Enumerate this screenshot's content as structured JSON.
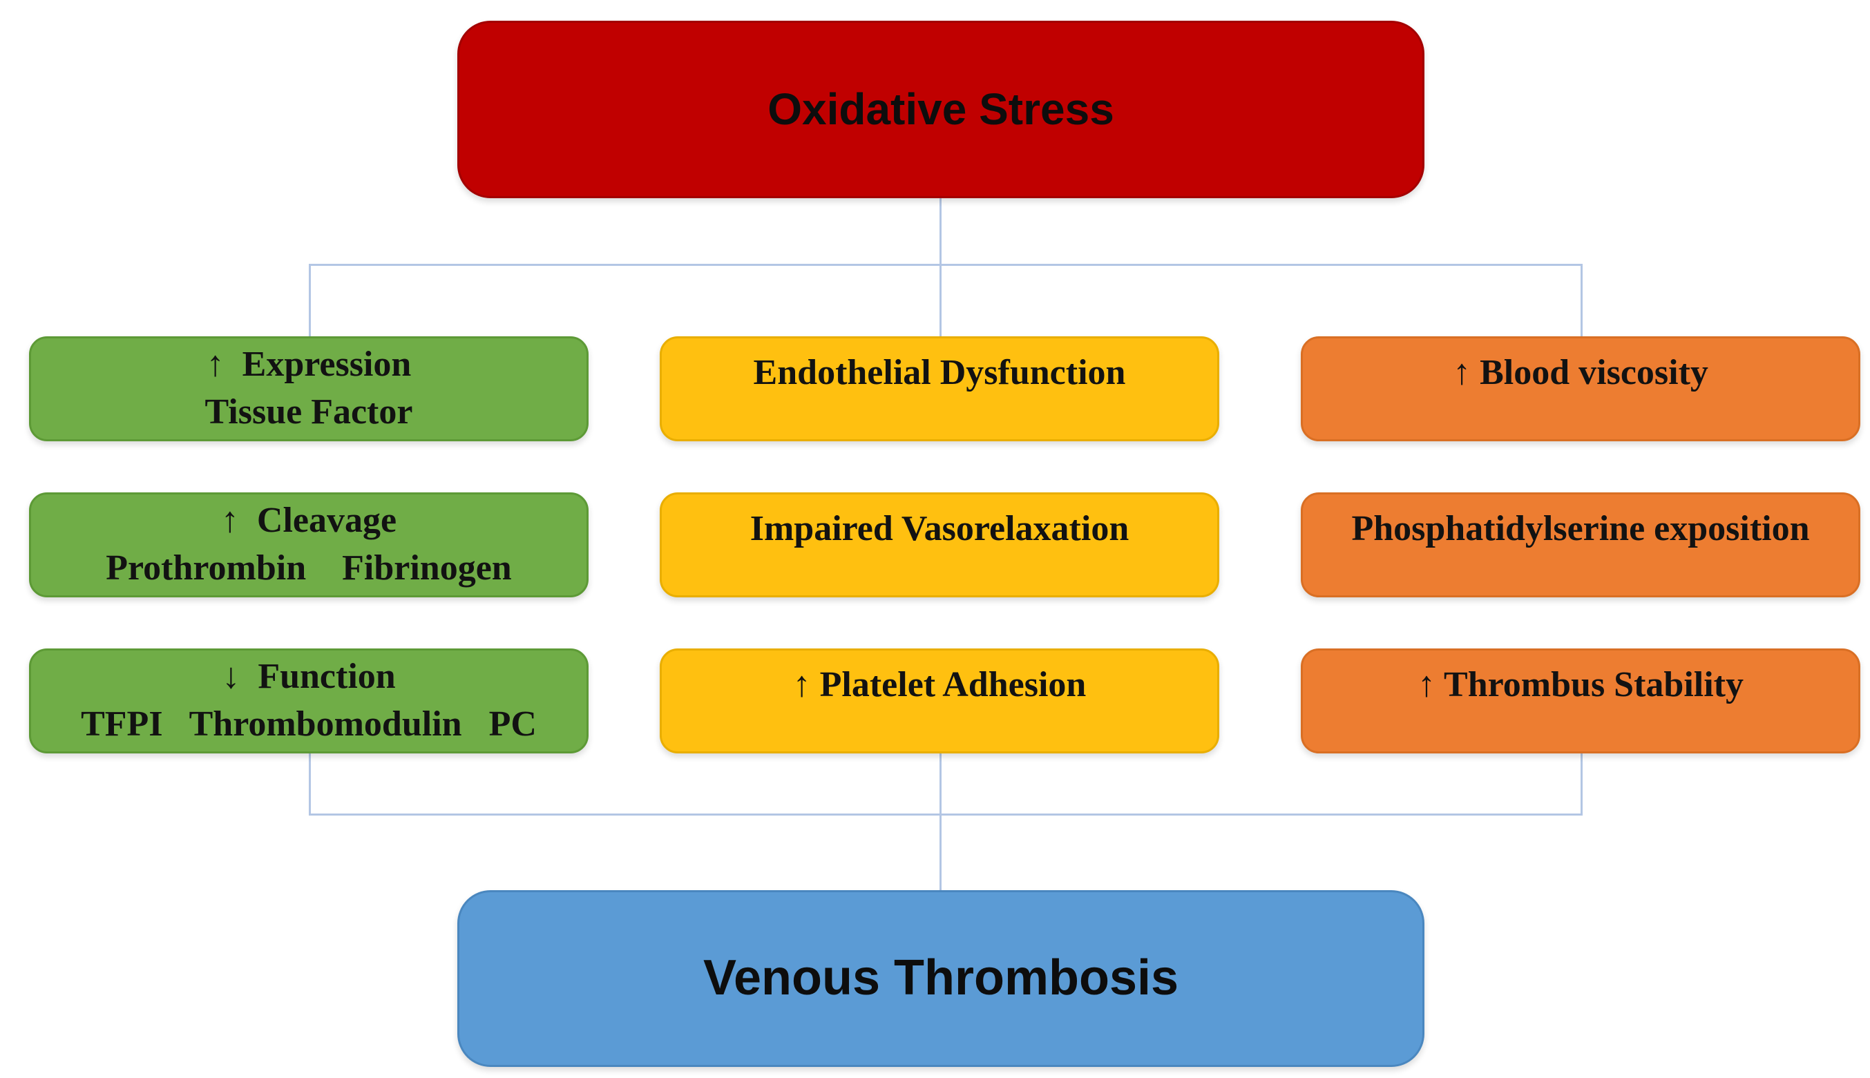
{
  "diagram": {
    "source": {
      "label": "Oxidative Stress"
    },
    "outcome": {
      "label": "Venous Thrombosis"
    },
    "columns": [
      {
        "id": "coagulation-factors",
        "color": "#70AD47",
        "boxes": [
          {
            "lines": [
              "↑  Expression",
              "Tissue Factor"
            ]
          },
          {
            "lines": [
              "↑  Cleavage",
              "Prothrombin    Fibrinogen"
            ]
          },
          {
            "lines": [
              "↓  Function",
              "TFPI   Thrombomodulin   PC"
            ]
          }
        ]
      },
      {
        "id": "endothelium",
        "color": "#FFC010",
        "boxes": [
          {
            "lines": [
              "Endothelial Dysfunction"
            ]
          },
          {
            "lines": [
              "Impaired Vasorelaxation"
            ]
          },
          {
            "lines": [
              "↑ Platelet Adhesion"
            ]
          }
        ]
      },
      {
        "id": "blood",
        "color": "#ED7D31",
        "boxes": [
          {
            "lines": [
              "↑ Blood viscosity"
            ]
          },
          {
            "lines": [
              "Phosphatidylserine exposition"
            ]
          },
          {
            "lines": [
              "↑ Thrombus Stability"
            ]
          }
        ]
      }
    ],
    "colors": {
      "source_box": "#C00000",
      "outcome_box": "#5B9BD5",
      "connector": "#B3C6E4",
      "text": "#121212"
    }
  }
}
